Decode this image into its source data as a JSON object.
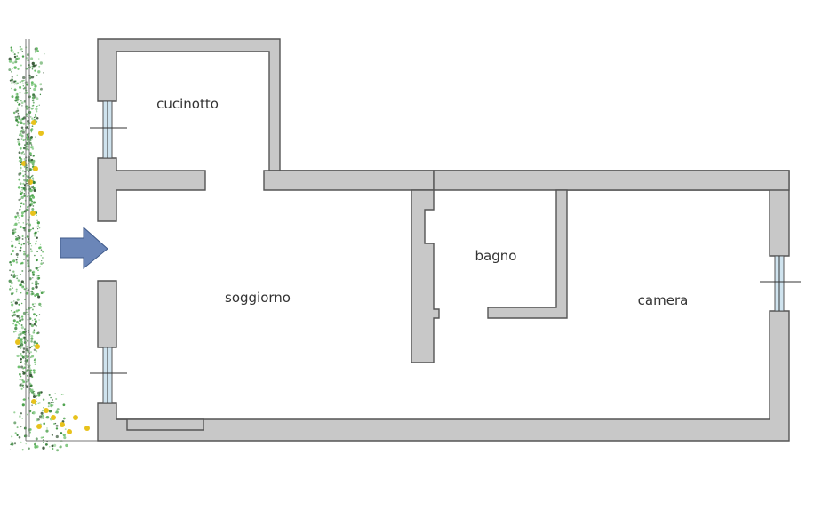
{
  "floorplan": {
    "rooms": [
      {
        "id": "cucinotto",
        "label": "cucinotto"
      },
      {
        "id": "bagno",
        "label": "bagno"
      },
      {
        "id": "soggiorno",
        "label": "soggiorno"
      },
      {
        "id": "camera",
        "label": "camera"
      }
    ],
    "entrance": {
      "icon": "arrow-right-icon",
      "color": "#6b86b8"
    },
    "colors": {
      "wall_fill": "#c8c8c8",
      "wall_stroke": "#555555",
      "window_glass": "#cfe3ee",
      "foliage_green": "#3f9a3f",
      "foliage_dark": "#2f4f2f",
      "flower_yellow": "#e8c21c"
    }
  }
}
